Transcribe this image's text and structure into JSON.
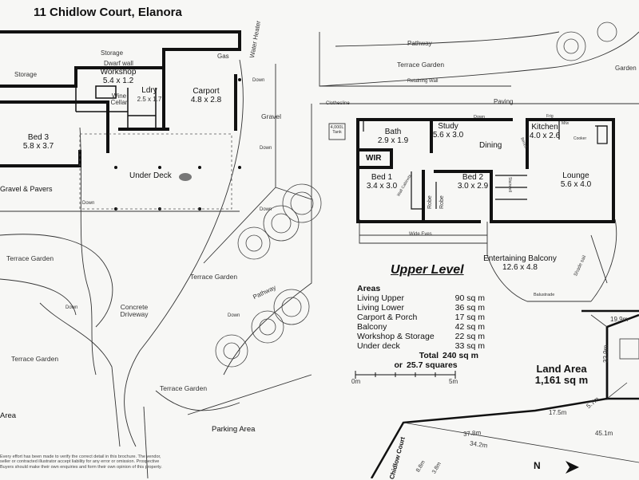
{
  "title": "11 Chidlow Court,  Elanora",
  "lower_level": {
    "storage_top": "Storage",
    "storage_left": "Storage",
    "dwarf_wall": "Dwarf wall",
    "workshop": {
      "name": "Workshop",
      "size": "5.4 x 1.2"
    },
    "ldry": {
      "name": "Ldry",
      "size": "2.5 x 1.7"
    },
    "wine_cellar": "Wine Cellar",
    "carport": {
      "name": "Carport",
      "size": "4.8 x 2.8"
    },
    "bed3": {
      "name": "Bed 3",
      "size": "5.8 x 3.7"
    },
    "under_deck": "Under Deck",
    "gas": "Gas",
    "water_heater": "Water Heater",
    "gravel": "Gravel",
    "gravel_pavers": "Gravel & Pavers",
    "terrace_garden_left": "Terrace Garden",
    "terrace_garden_mid": "Terrace Garden",
    "terrace_garden_bottom_left": "Terrace Garden",
    "terrace_garden_bottom": "Terrace Garden",
    "concrete_driveway": "Concrete Driveway",
    "pathway": "Pathway",
    "parking_area": "Parking Area",
    "area_fragment": "Area",
    "down_labels": [
      "Down",
      "Down",
      "Down",
      "Down",
      "Down",
      "Down"
    ]
  },
  "upper_level": {
    "label": "Upper Level",
    "pathway": "Pathway",
    "terrace_garden": "Terrace Garden",
    "retaining_wall": "Retaining Wall",
    "garden_fragment": "Garden",
    "clothesline": "Clothesline",
    "tank": "4,000L Tank",
    "paving": "Paving",
    "bath": {
      "name": "Bath",
      "size": "2.9 x 1.9"
    },
    "study": {
      "name": "Study",
      "size": "5.6 x 3.0"
    },
    "dining": "Dining",
    "kitchen": {
      "name": "Kitchen",
      "size": "4.0 x 2.6"
    },
    "wir": "WIR",
    "bed1": {
      "name": "Bed 1",
      "size": "3.4 x 3.0"
    },
    "robe1": "Robe",
    "robe2": "Robe",
    "bed2": {
      "name": "Bed 2",
      "size": "3.0 x 2.9"
    },
    "lounge": {
      "name": "Lounge",
      "size": "5.6 x 4.0"
    },
    "wide_eves": "Wide Eves",
    "balcony": {
      "name": "Entertaining Balcony",
      "size": "12.6 x 4.8"
    },
    "shade_sail": "Shade sail",
    "balustrade": "Balustrade",
    "down": "Down",
    "fridge": "Frig",
    "mw": "M/w",
    "cooker": "Cooker",
    "wall_cabinets": "Wall Cabinets",
    "stairwell": "Stairwell",
    "kitchen_counter": "Bench"
  },
  "areas": {
    "heading": "Areas",
    "rows": [
      {
        "label": "Living Upper",
        "value": "90 sq m"
      },
      {
        "label": "Living Lower",
        "value": "36 sq m"
      },
      {
        "label": "Carport & Porch",
        "value": "17 sq m"
      },
      {
        "label": "Balcony",
        "value": "42 sq m"
      },
      {
        "label": "Workshop & Storage",
        "value": "22 sq m"
      },
      {
        "label": "Under deck",
        "value": "33 sq m"
      }
    ],
    "total_label": "Total",
    "total_value": "240 sq m",
    "or_label": "or",
    "squares": "25.7 squares"
  },
  "scale": {
    "start": "0m",
    "end": "5m"
  },
  "land": {
    "label": "Land Area",
    "value": "1,161 sq m",
    "dims": [
      "19.9m",
      "32.9m",
      "5.7m",
      "17.5m",
      "37.8m",
      "34.2m",
      "45.1m",
      "8.8m",
      "3.8m"
    ],
    "street": "Chidlow Court",
    "north": "N"
  },
  "disclaimer": "Every effort has been made to verify the correct detail in this brochure. The vendor, seller or contracted illustrator accept liability for any error or omission. Prospective Buyers should make their own enquiries and form their own opinion of this property."
}
